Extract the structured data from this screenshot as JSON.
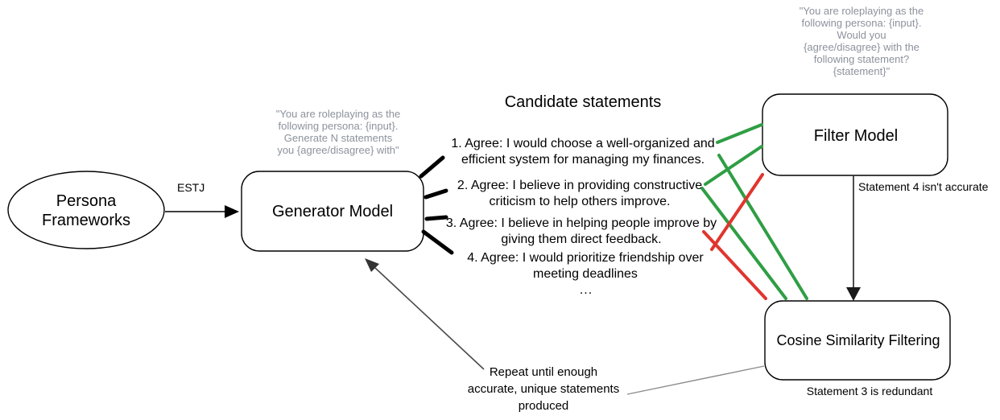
{
  "diagram": {
    "persona": {
      "lines": [
        "Persona",
        "Frameworks"
      ]
    },
    "estj_label": "ESTJ",
    "generator": {
      "label": "Generator Model",
      "prompt_lines": [
        "\"You are roleplaying as the",
        "following persona: {input}.",
        "Generate N statements",
        "you {agree/disagree} with\""
      ]
    },
    "filter": {
      "label": "Filter Model",
      "prompt_lines": [
        "\"You are roleplaying as the",
        "following persona: {input}.",
        "Would you",
        "{agree/disagree} with the",
        "following statement?",
        "{statement}\""
      ],
      "note": "Statement 4 isn't accurate"
    },
    "cosine": {
      "label": "Cosine Similarity Filtering",
      "note": "Statement 3 is redundant"
    },
    "candidates": {
      "title": "Candidate statements",
      "items": [
        {
          "lines": [
            "1. Agree: I would choose a well-organized and",
            "efficient system for managing my finances."
          ]
        },
        {
          "lines": [
            "2. Agree: I believe in providing constructive",
            "criticism to help others improve."
          ]
        },
        {
          "lines": [
            "3. Agree: I believe in helping people improve by",
            "giving them direct feedback."
          ]
        },
        {
          "lines": [
            "4. Agree: I would prioritize friendship over",
            "meeting deadlines"
          ]
        }
      ],
      "ellipsis": "..."
    },
    "repeat_note": {
      "lines": [
        "Repeat until enough",
        "accurate, unique statements",
        "produced"
      ]
    },
    "colors": {
      "accept": "#2f9e44",
      "reject": "#e0352e",
      "prompt_gray": "#8c929c"
    }
  }
}
